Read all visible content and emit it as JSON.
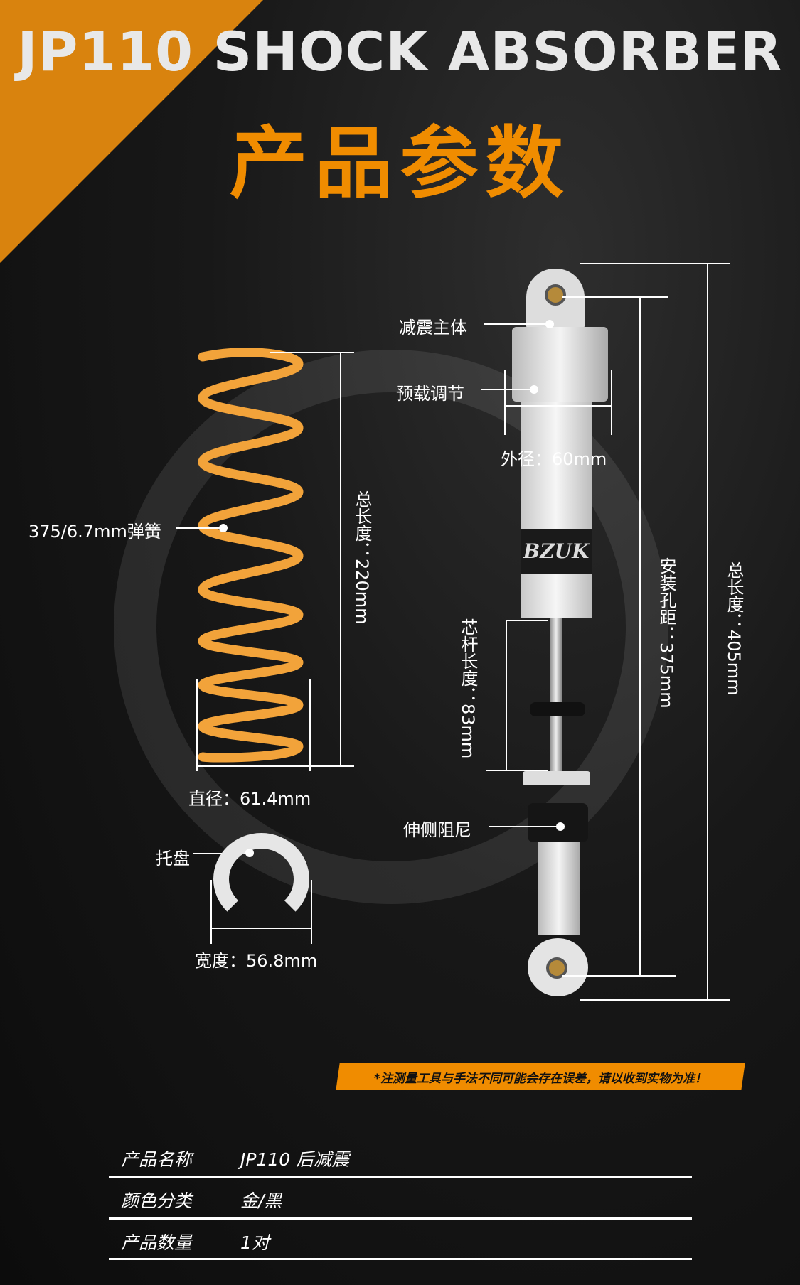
{
  "header": {
    "title": "JP110 SHOCK ABSORBER",
    "subtitle": "产品参数"
  },
  "spring": {
    "label": "375/6.7mm弹簧",
    "length": "总长度：220mm",
    "diameter": "直径：61.4mm"
  },
  "tray": {
    "label": "托盘",
    "width": "宽度：56.8mm"
  },
  "shock": {
    "body": "减震主体",
    "preload": "预载调节",
    "outer_diameter": "外径：60mm",
    "rod_length": "芯杆长度：83mm",
    "rebound": "伸侧阻尼",
    "mount_distance": "安装孔距：375mm",
    "total_length": "总长度：405mm",
    "brand": "BZUK"
  },
  "disclaimer": "*注测量工具与手法不同可能会存在误差，请以收到实物为准！",
  "specs": [
    {
      "label": "产品名称",
      "value": "JP110 后减震"
    },
    {
      "label": "颜色分类",
      "value": "金/黑"
    },
    {
      "label": "产品数量",
      "value": "1对"
    }
  ],
  "colors": {
    "accent": "#f08c00",
    "spring": "#f2a33a"
  }
}
